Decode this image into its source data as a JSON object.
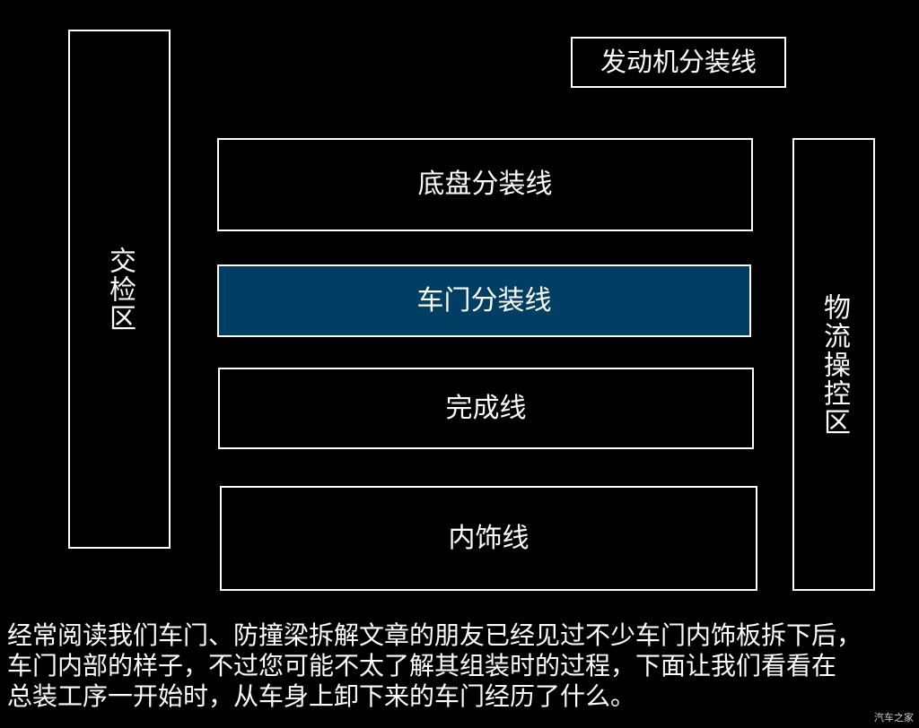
{
  "diagram": {
    "zones": {
      "jiaojian": "交检区",
      "fadongji": "发动机分装线",
      "dipan": "底盘分装线",
      "chemen": "车门分装线",
      "wancheng": "完成线",
      "neishi": "内饰线",
      "wuliu": "物流操控区"
    }
  },
  "caption": {
    "lines": [
      "经常阅读我们车门、防撞梁拆解文章的朋友已经见过不少车门内饰板拆下后，",
      "车门内部的样子，不过您可能不太了解其组装时的过程，下面让我们看看在",
      "总装工序一开始时，从车身上卸下来的车门经历了什么。"
    ]
  },
  "watermark": "汽车之家",
  "colors": {
    "background": "#000000",
    "border": "#ffffff",
    "highlight": "#003f63",
    "text": "#ffffff"
  }
}
